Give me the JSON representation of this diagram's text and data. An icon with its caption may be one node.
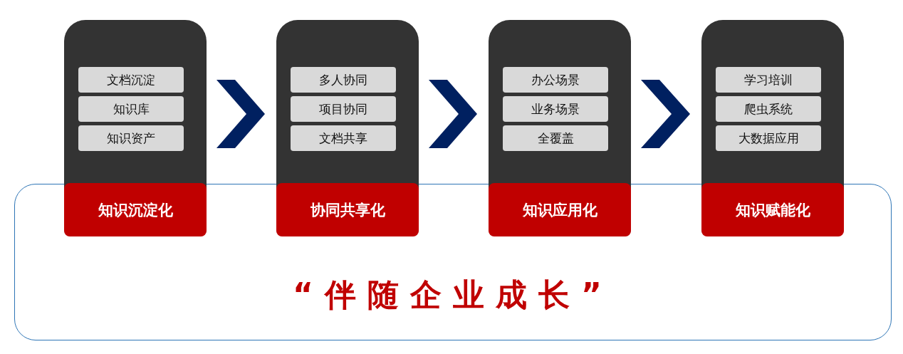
{
  "diagram": {
    "nodes": [
      {
        "text": [
          "知识沉淀化"
        ]
      },
      {
        "text": [
          "文档沉淀"
        ],
        "in": 0
      },
      {
        "text": [
          "知识库"
        ],
        "in": 0
      },
      {
        "text": [
          "知识资产"
        ],
        "in": 0
      },
      {
        "text": [
          "协同共享化"
        ]
      },
      {
        "text": [
          "多人协同"
        ],
        "in": 4
      },
      {
        "text": [
          "项目协同"
        ],
        "in": 4
      },
      {
        "text": [
          "文档共享"
        ],
        "in": 4
      },
      {
        "text": [
          "知识应用化"
        ]
      },
      {
        "text": [
          "办公场景"
        ],
        "in": 8
      },
      {
        "text": [
          "业务场景"
        ],
        "in": 8
      },
      {
        "text": [
          "全覆盖"
        ],
        "in": 8
      },
      {
        "text": [
          "知识赋能化"
        ]
      },
      {
        "text": [
          "学习培训"
        ],
        "in": 12
      },
      {
        "text": [
          "爬虫系统"
        ],
        "in": 12
      },
      {
        "text": [
          "大数据应用"
        ],
        "in": 12
      },
      {
        "text": [
          "“伴随企业成长”"
        ]
      }
    ],
    "edges": [
      {
        "from": 0,
        "to": 4,
        "arrow": "to"
      },
      {
        "from": 4,
        "to": 8,
        "arrow": "to"
      },
      {
        "from": 8,
        "to": 12,
        "arrow": "to"
      }
    ]
  }
}
